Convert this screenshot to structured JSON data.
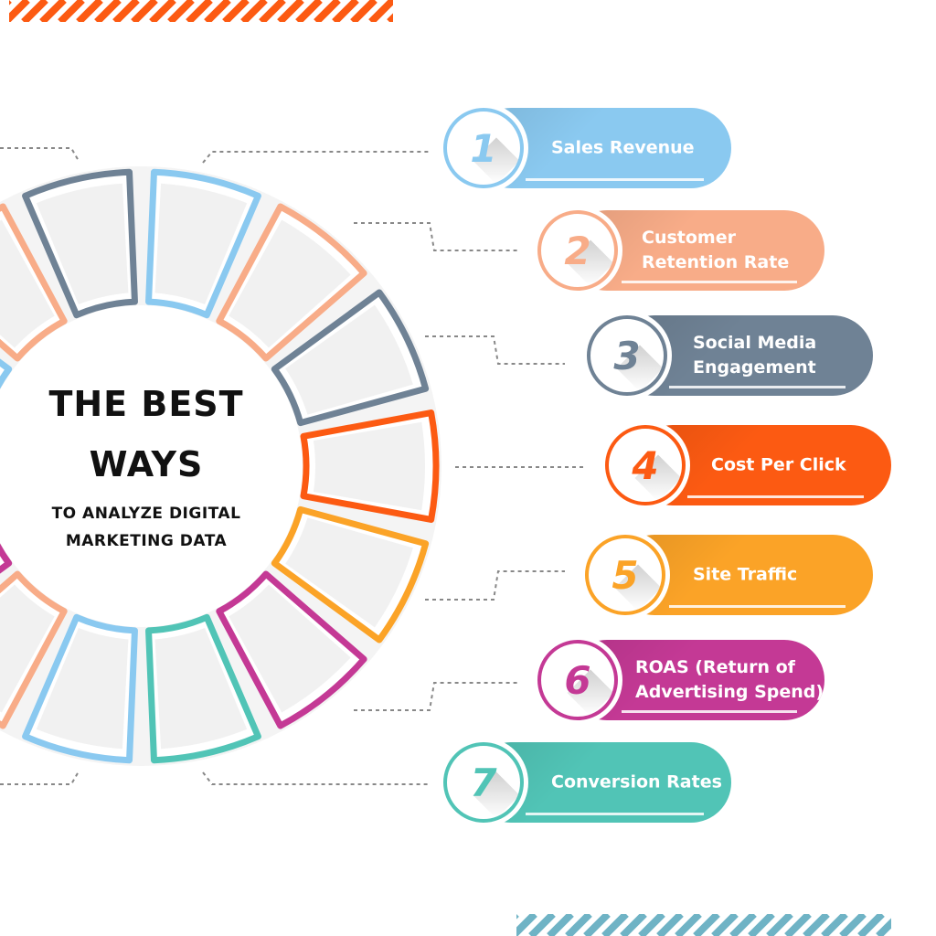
{
  "title": {
    "line1": "THE BEST",
    "line2": "WAYS",
    "subtitle_line1": "TO ANALYZE DIGITAL",
    "subtitle_line2": "MARKETING DATA"
  },
  "items": [
    {
      "number": "1",
      "label_lines": [
        "Sales Revenue"
      ],
      "color": "#8ac9f0"
    },
    {
      "number": "2",
      "label_lines": [
        "Customer",
        "Retention Rate"
      ],
      "color": "#f8ac88"
    },
    {
      "number": "3",
      "label_lines": [
        "Social Media",
        "Engagement"
      ],
      "color": "#6f8295"
    },
    {
      "number": "4",
      "label_lines": [
        "Cost Per Click"
      ],
      "color": "#fc5a12"
    },
    {
      "number": "5",
      "label_lines": [
        "Site Traffic"
      ],
      "color": "#fba327"
    },
    {
      "number": "6",
      "label_lines": [
        "ROAS (Return of",
        "Advertising Spend)"
      ],
      "color": "#c43995"
    },
    {
      "number": "7",
      "label_lines": [
        "Conversion Rates"
      ],
      "color": "#51c4b6"
    }
  ],
  "ring_colors": [
    "#8ac9f0",
    "#f8ac88",
    "#6f8295",
    "#fc5a12",
    "#fba327",
    "#c43995",
    "#51c4b6",
    "#8ac9f0",
    "#f8ac88",
    "#c43995",
    "#51c4b6"
  ],
  "stripe_colors": {
    "top": "#fc5a12",
    "bottom": "#6fb3c5"
  }
}
